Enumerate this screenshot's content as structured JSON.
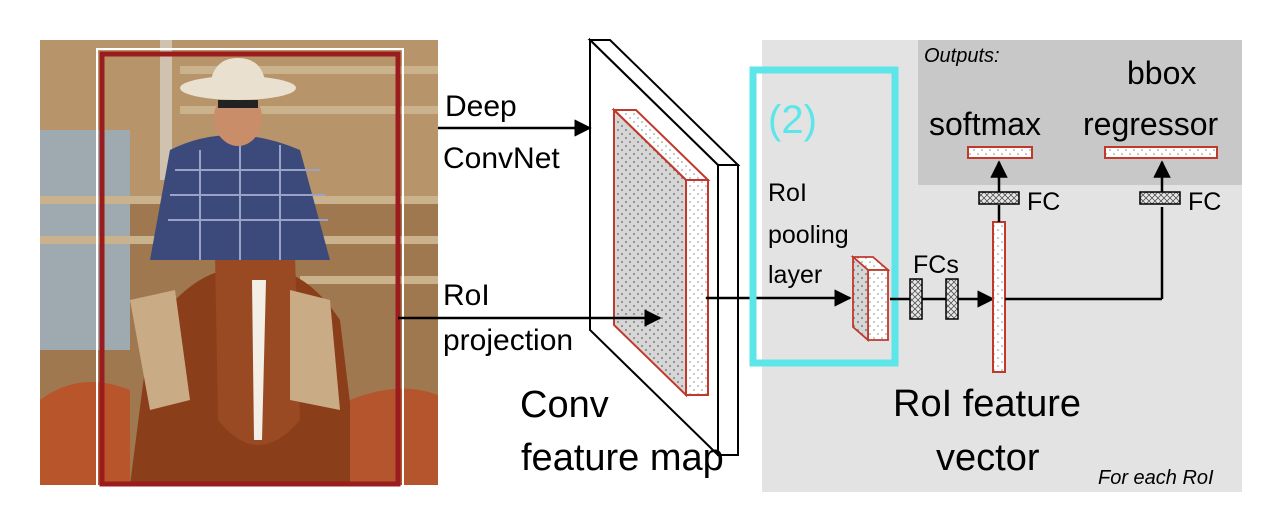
{
  "labels": {
    "deep": "Deep",
    "convnet": "ConvNet",
    "roi": "RoI",
    "projection": "projection",
    "conv": "Conv",
    "feature_map": "feature map",
    "step_number": "(2)",
    "roi_pool_1": "RoI",
    "roi_pool_2": "pooling",
    "roi_pool_3": "layer",
    "fcs": "FCs",
    "outputs": "Outputs:",
    "softmax": "softmax",
    "bbox": "bbox",
    "regressor": "regressor",
    "fc_left": "FC",
    "fc_right": "FC",
    "roi_feature": "RoI feature",
    "vector": "vector",
    "for_each_roi": "For each RoI"
  },
  "colors": {
    "roi_box": "#9b1c1c",
    "feature_red": "#c0392b",
    "highlight_cyan": "#5ce6ea",
    "panel_gray": "#e3e3e3",
    "outputs_gray": "#c8c8c8",
    "fc_gray": "#d9d9d9"
  },
  "photo": {
    "description_icon": "cowgirl-on-horse-photo"
  }
}
